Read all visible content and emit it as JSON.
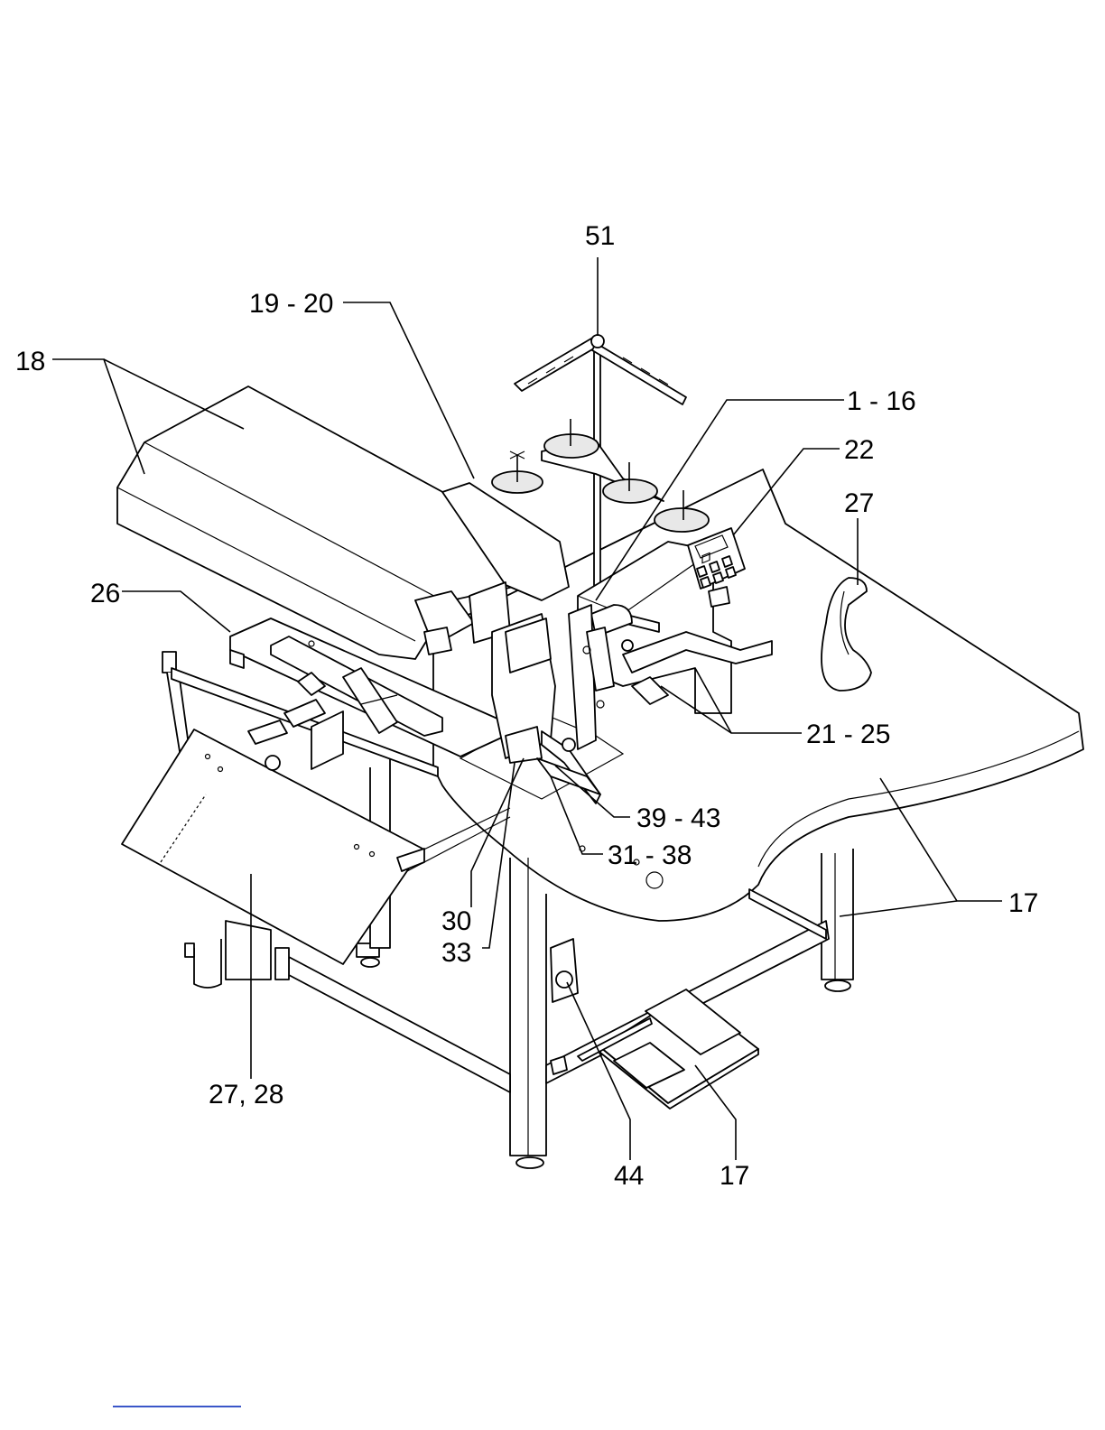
{
  "labels": {
    "l51": "51",
    "l19_20": "19 - 20",
    "l18": "18",
    "l1_16": "1 - 16",
    "l22": "22",
    "l27_top": "27",
    "l26": "26",
    "l21_25": "21 - 25",
    "l39_43": "39 - 43",
    "l31_38": "31 - 38",
    "l17_right": "17",
    "l30": "30",
    "l33": "33",
    "l27_28": "27, 28",
    "l44": "44",
    "l17_bottom": "17"
  },
  "colors": {
    "line": "#000000",
    "footer_rule": "#3a56c9"
  }
}
